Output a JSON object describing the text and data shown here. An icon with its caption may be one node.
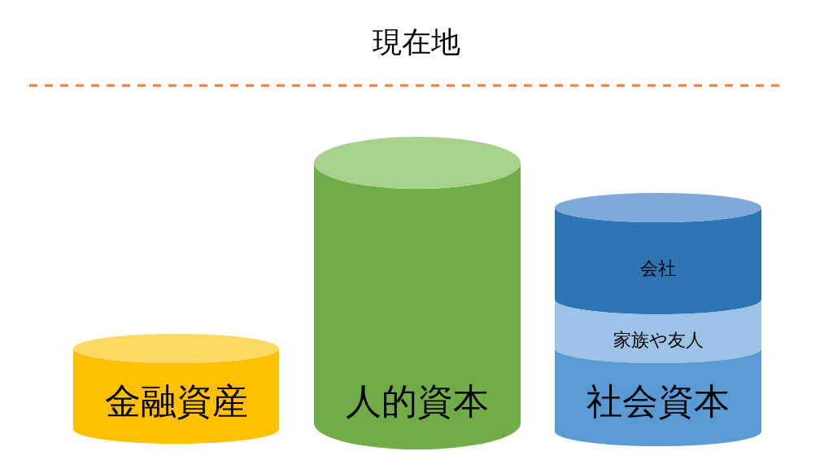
{
  "diagram": {
    "title": "現在地",
    "nodes": [
      {
        "text": [
          "金融資産"
        ]
      },
      {
        "text": [
          "人的資本"
        ]
      },
      {
        "text": [
          "会社"
        ]
      },
      {
        "text": [
          "家族や友人"
        ]
      },
      {
        "text": [
          "社会資本"
        ]
      }
    ]
  }
}
